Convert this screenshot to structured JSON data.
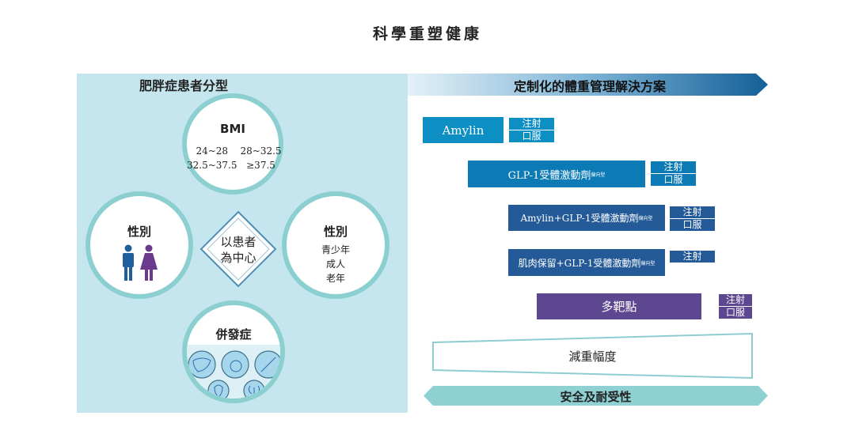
{
  "title": "科學重塑健康",
  "left": {
    "title": "肥胖症患者分型",
    "center": [
      "以患者",
      "為中心"
    ],
    "bmi": {
      "title": "BMI",
      "ranges": [
        "24~28",
        "28~32.5",
        "32.5~37.5",
        "≥37.5"
      ]
    },
    "gender": {
      "title": "性別",
      "icons": [
        "male-icon",
        "female-icon"
      ]
    },
    "age": {
      "title": "性別",
      "items": [
        "青少年",
        "成人",
        "老年"
      ]
    },
    "complications": {
      "title": "併發症",
      "icons": [
        "liver-icon",
        "sleep-apnea-icon",
        "joint-icon",
        "heart-icon",
        "kidney-icon"
      ]
    }
  },
  "right": {
    "title": "定制化的體重管理解決方案",
    "bars": [
      {
        "label": "Amylin",
        "sup": "",
        "routes": [
          "注射",
          "口服"
        ],
        "color": "#0d8fc4"
      },
      {
        "label": "GLP-1受體激動劑",
        "sup": "偏向型",
        "routes": [
          "注射",
          "口服"
        ],
        "color": "#0b7ab5"
      },
      {
        "label": "Amylin+GLP-1受體激動劑",
        "sup": "偏向型",
        "routes": [
          "注射",
          "口服"
        ],
        "color": "#235a97"
      },
      {
        "label": "肌肉保留+GLP-1受體激動劑",
        "sup": "偏向型",
        "routes": [
          "注射"
        ],
        "color": "#235a97"
      },
      {
        "label": "多靶點",
        "sup": "",
        "routes": [
          "注射",
          "口服"
        ],
        "color": "#5c4790"
      }
    ],
    "weight_loss": "減重幅度",
    "safety": "安全及耐受性"
  }
}
